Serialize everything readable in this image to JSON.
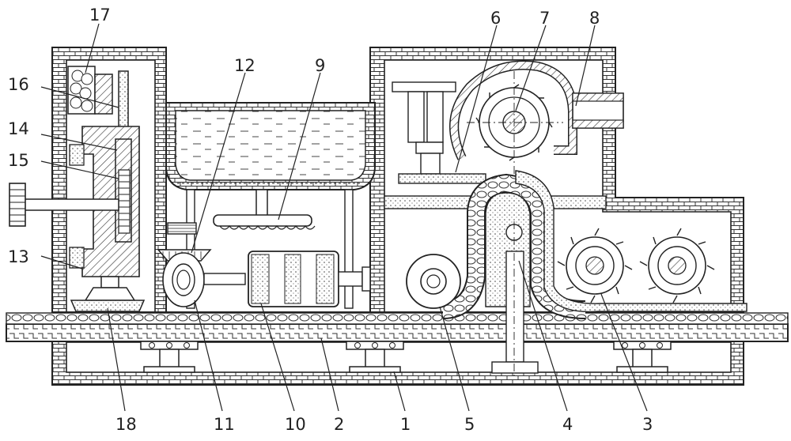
{
  "labels": {
    "l1": "1",
    "l2": "2",
    "l3": "3",
    "l4": "4",
    "l5": "5",
    "l6": "6",
    "l7": "7",
    "l8": "8",
    "l9": "9",
    "l10": "10",
    "l11": "11",
    "l12": "12",
    "l13": "13",
    "l14": "14",
    "l15": "15",
    "l16": "16",
    "l17": "17",
    "l18": "18"
  },
  "colors": {
    "line": "#222222",
    "fill": "#ffffff"
  }
}
